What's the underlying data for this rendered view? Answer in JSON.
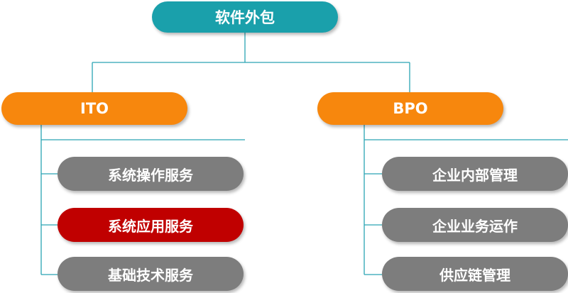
{
  "root": {
    "label": "软件外包"
  },
  "categories": [
    {
      "label": "ITO",
      "items": [
        {
          "label": "系统操作服务",
          "highlighted": false
        },
        {
          "label": "系统应用服务",
          "highlighted": true
        },
        {
          "label": "基础技术服务",
          "highlighted": false
        }
      ]
    },
    {
      "label": "BPO",
      "items": [
        {
          "label": "企业内部管理",
          "highlighted": false
        },
        {
          "label": "企业业务运作",
          "highlighted": false
        },
        {
          "label": "供应链管理",
          "highlighted": false
        }
      ]
    }
  ],
  "colors": {
    "root": "#1aa0ab",
    "category": "#f7870d",
    "item": "#7d7d7d",
    "item_highlight": "#c00000",
    "connector": "#2aa5b3"
  }
}
